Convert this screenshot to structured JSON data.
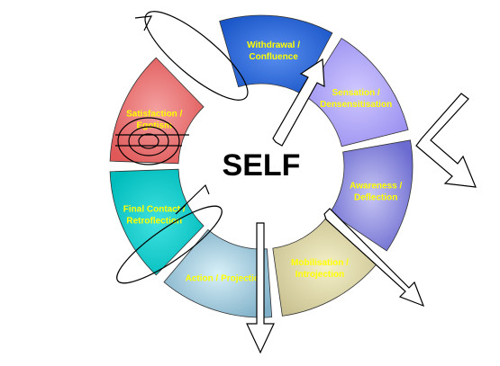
{
  "center": {
    "label": "SELF"
  },
  "segments": [
    {
      "key": "withdrawal",
      "lines": [
        "Withdrawal /",
        "Confluence"
      ],
      "color": "#1a56c8",
      "tint": "#5a8ff0",
      "startAngle": -106,
      "endAngle": -62
    },
    {
      "key": "sensation",
      "lines": [
        "Sensation /",
        "Densensitisation"
      ],
      "color": "#9a8ff0",
      "tint": "#cfc8ff",
      "startAngle": -58,
      "endAngle": -14
    },
    {
      "key": "awareness",
      "lines": [
        "Awareness /",
        "Deflection"
      ],
      "color": "#6a6ad0",
      "tint": "#c8c6f4",
      "startAngle": -10,
      "endAngle": 34
    },
    {
      "key": "mobilisation",
      "lines": [
        "Mobilisation /",
        "Introjection"
      ],
      "color": "#c8c090",
      "tint": "#f4f0c8",
      "startAngle": 38,
      "endAngle": 82
    },
    {
      "key": "action",
      "lines": [
        "Action / Projection"
      ],
      "color": "#7fb0c8",
      "tint": "#d8f0f8",
      "startAngle": 86,
      "endAngle": 130
    },
    {
      "key": "final-contact",
      "lines": [
        "Final Contact /",
        "Retroflection"
      ],
      "color": "#00bcbc",
      "tint": "#40e0e0",
      "startAngle": 134,
      "endAngle": 178
    },
    {
      "key": "satisfaction",
      "lines": [
        "Satisfaction /",
        "Egotism"
      ],
      "color": "#e05858",
      "tint": "#f4a0a0",
      "startAngle": 182,
      "endAngle": 226
    }
  ]
}
